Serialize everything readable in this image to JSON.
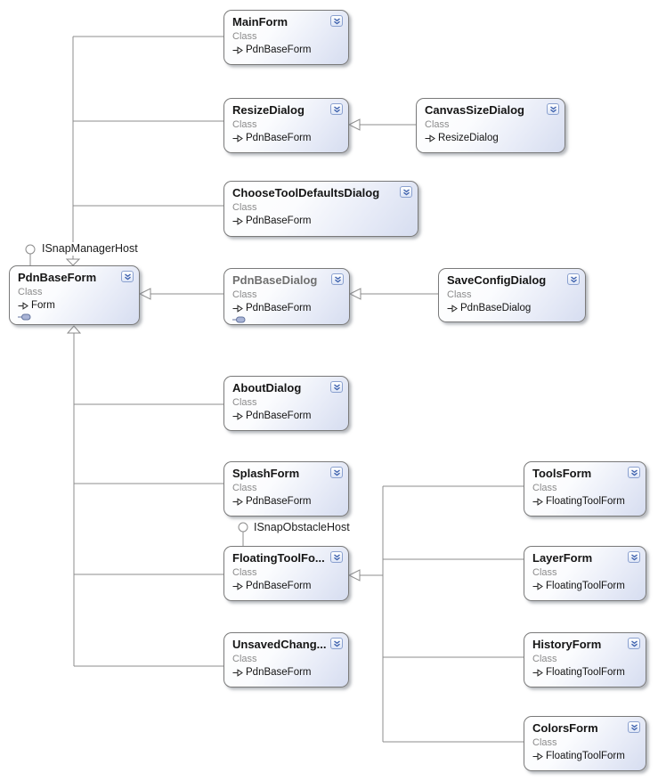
{
  "diagram": {
    "interfaces": [
      {
        "name": "ISnapManagerHost"
      },
      {
        "name": "ISnapObstacleHost"
      }
    ],
    "nodes": [
      {
        "title": "MainForm",
        "kind": "Class",
        "base": "PdnBaseForm"
      },
      {
        "title": "ResizeDialog",
        "kind": "Class",
        "base": "PdnBaseForm"
      },
      {
        "title": "CanvasSizeDialog",
        "kind": "Class",
        "base": "ResizeDialog"
      },
      {
        "title": "ChooseToolDefaultsDialog",
        "kind": "Class",
        "base": "PdnBaseForm"
      },
      {
        "title": "PdnBaseForm",
        "kind": "Class",
        "base": "Form"
      },
      {
        "title": "PdnBaseDialog",
        "kind": "Class",
        "base": "PdnBaseForm"
      },
      {
        "title": "SaveConfigDialog",
        "kind": "Class",
        "base": "PdnBaseDialog"
      },
      {
        "title": "AboutDialog",
        "kind": "Class",
        "base": "PdnBaseForm"
      },
      {
        "title": "SplashForm",
        "kind": "Class",
        "base": "PdnBaseForm"
      },
      {
        "title": "FloatingToolFo...",
        "kind": "Class",
        "base": "PdnBaseForm"
      },
      {
        "title": "UnsavedChang...",
        "kind": "Class",
        "base": "PdnBaseForm"
      },
      {
        "title": "ToolsForm",
        "kind": "Class",
        "base": "FloatingToolForm"
      },
      {
        "title": "LayerForm",
        "kind": "Class",
        "base": "FloatingToolForm"
      },
      {
        "title": "HistoryForm",
        "kind": "Class",
        "base": "FloatingToolForm"
      },
      {
        "title": "ColorsForm",
        "kind": "Class",
        "base": "FloatingToolForm"
      }
    ],
    "colors": {
      "connector": "#8c8c8c",
      "box_border": "#7a7a7a",
      "box_gradient_end": "#d6ddf0",
      "chevron_glyph": "#3f62ae",
      "title": "#151515",
      "title_dimmed": "#6f6f6f",
      "kind_text": "#8b8b8b"
    }
  }
}
